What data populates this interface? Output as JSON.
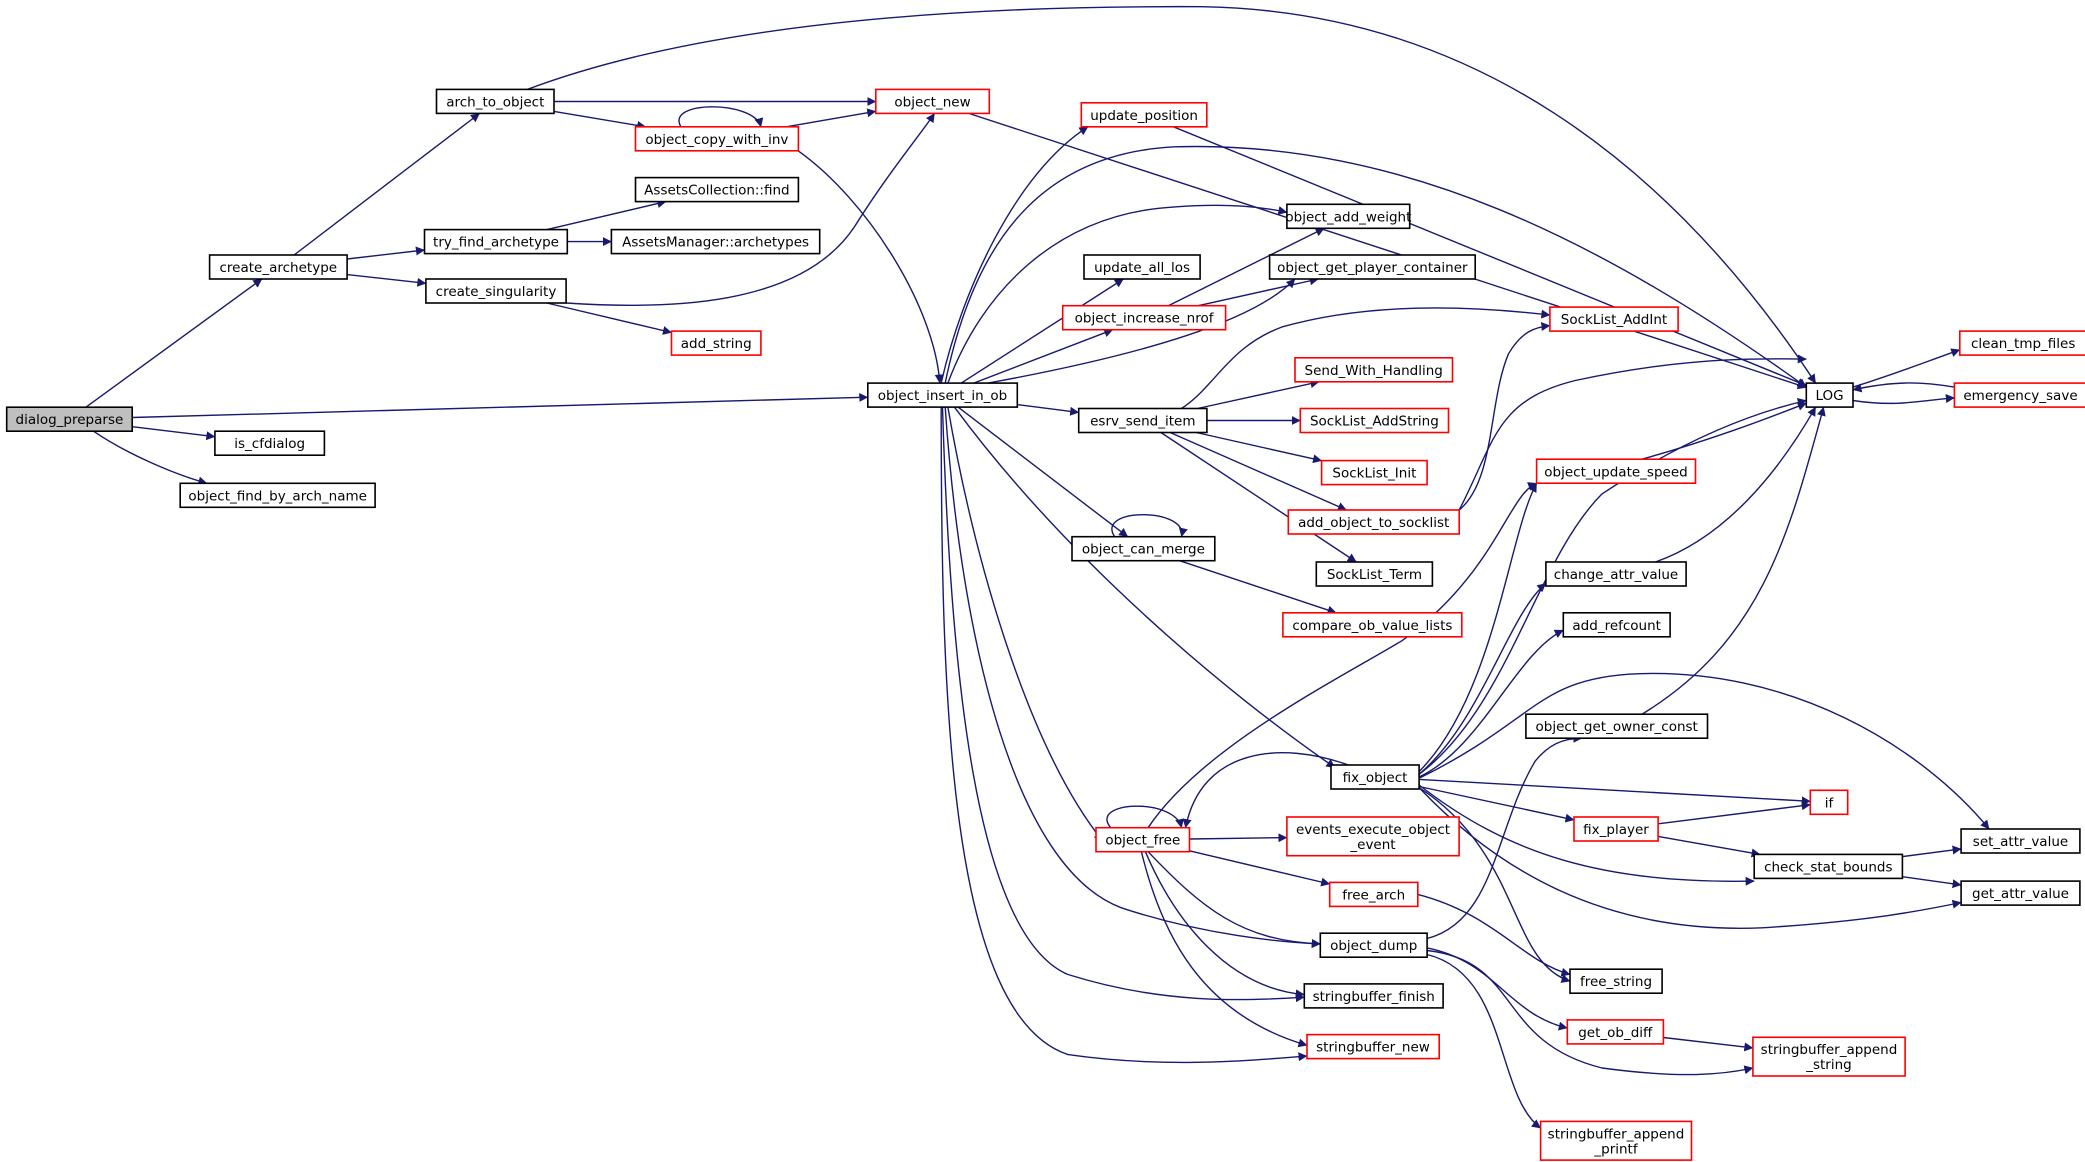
{
  "colors": {
    "edge": "#191970",
    "node_border_normal": "#000000",
    "node_border_truncated": "#ff0000",
    "node_fill": "#ffffff",
    "node_fill_focus": "#bfbfbf"
  },
  "nodes": [
    {
      "id": "dialog_preparse",
      "label": "dialog_preparse",
      "style": "focus"
    },
    {
      "id": "create_archetype",
      "label": "create_archetype",
      "style": "normal"
    },
    {
      "id": "is_cfdialog",
      "label": "is_cfdialog",
      "style": "normal"
    },
    {
      "id": "object_find_by_arch_name",
      "label": "object_find_by_arch_name",
      "style": "normal"
    },
    {
      "id": "object_insert_in_ob",
      "label": "object_insert_in_ob",
      "style": "normal"
    },
    {
      "id": "arch_to_object",
      "label": "arch_to_object",
      "style": "normal"
    },
    {
      "id": "try_find_archetype",
      "label": "try_find_archetype",
      "style": "normal"
    },
    {
      "id": "create_singularity",
      "label": "create_singularity",
      "style": "normal"
    },
    {
      "id": "object_copy_with_inv",
      "label": "object_copy_with_inv",
      "style": "truncated"
    },
    {
      "id": "object_new",
      "label": "object_new",
      "style": "truncated"
    },
    {
      "id": "assets_find",
      "label": "AssetsCollection::find",
      "style": "normal"
    },
    {
      "id": "assets_archetypes",
      "label": "AssetsManager::archetypes",
      "style": "normal"
    },
    {
      "id": "add_string",
      "label": "add_string",
      "style": "truncated"
    },
    {
      "id": "update_position",
      "label": "update_position",
      "style": "truncated"
    },
    {
      "id": "object_add_weight",
      "label": "object_add_weight",
      "style": "normal"
    },
    {
      "id": "update_all_los",
      "label": "update_all_los",
      "style": "normal"
    },
    {
      "id": "object_get_player_container",
      "label": "object_get_player_container",
      "style": "normal"
    },
    {
      "id": "object_increase_nrof",
      "label": "object_increase_nrof",
      "style": "truncated"
    },
    {
      "id": "esrv_send_item",
      "label": "esrv_send_item",
      "style": "normal"
    },
    {
      "id": "object_can_merge",
      "label": "object_can_merge",
      "style": "normal"
    },
    {
      "id": "fix_object",
      "label": "fix_object",
      "style": "normal"
    },
    {
      "id": "object_free",
      "label": "object_free",
      "style": "truncated"
    },
    {
      "id": "object_dump",
      "label": "object_dump",
      "style": "normal"
    },
    {
      "id": "stringbuffer_finish",
      "label": "stringbuffer_finish",
      "style": "normal"
    },
    {
      "id": "stringbuffer_new",
      "label": "stringbuffer_new",
      "style": "truncated"
    },
    {
      "id": "SockList_AddInt",
      "label": "SockList_AddInt",
      "style": "truncated"
    },
    {
      "id": "Send_With_Handling",
      "label": "Send_With_Handling",
      "style": "truncated"
    },
    {
      "id": "SockList_AddString",
      "label": "SockList_AddString",
      "style": "truncated"
    },
    {
      "id": "SockList_Init",
      "label": "SockList_Init",
      "style": "truncated"
    },
    {
      "id": "add_object_to_socklist",
      "label": "add_object_to_socklist",
      "style": "truncated"
    },
    {
      "id": "SockList_Term",
      "label": "SockList_Term",
      "style": "normal"
    },
    {
      "id": "compare_ob_value_lists",
      "label": "compare_ob_value_lists",
      "style": "truncated"
    },
    {
      "id": "object_update_speed",
      "label": "object_update_speed",
      "style": "truncated"
    },
    {
      "id": "change_attr_value",
      "label": "change_attr_value",
      "style": "normal"
    },
    {
      "id": "add_refcount",
      "label": "add_refcount",
      "style": "normal"
    },
    {
      "id": "object_get_owner_const",
      "label": "object_get_owner_const",
      "style": "normal"
    },
    {
      "id": "events_execute_object_event",
      "label": "events_execute_object\n_event",
      "style": "truncated"
    },
    {
      "id": "free_arch",
      "label": "free_arch",
      "style": "truncated"
    },
    {
      "id": "fix_player",
      "label": "fix_player",
      "style": "truncated"
    },
    {
      "id": "free_string",
      "label": "free_string",
      "style": "normal"
    },
    {
      "id": "get_ob_diff",
      "label": "get_ob_diff",
      "style": "truncated"
    },
    {
      "id": "stringbuffer_append_string",
      "label": "stringbuffer_append\n_string",
      "style": "truncated"
    },
    {
      "id": "stringbuffer_append_printf",
      "label": "stringbuffer_append\n_printf",
      "style": "truncated"
    },
    {
      "id": "LOG",
      "label": "LOG",
      "style": "normal"
    },
    {
      "id": "clean_tmp_files",
      "label": "clean_tmp_files",
      "style": "truncated"
    },
    {
      "id": "emergency_save",
      "label": "emergency_save",
      "style": "truncated"
    },
    {
      "id": "if",
      "label": "if",
      "style": "truncated"
    },
    {
      "id": "check_stat_bounds",
      "label": "check_stat_bounds",
      "style": "normal"
    },
    {
      "id": "set_attr_value",
      "label": "set_attr_value",
      "style": "normal"
    },
    {
      "id": "get_attr_value",
      "label": "get_attr_value",
      "style": "normal"
    }
  ],
  "edges": [
    [
      "dialog_preparse",
      "create_archetype"
    ],
    [
      "dialog_preparse",
      "is_cfdialog"
    ],
    [
      "dialog_preparse",
      "object_find_by_arch_name"
    ],
    [
      "dialog_preparse",
      "object_insert_in_ob"
    ],
    [
      "create_archetype",
      "arch_to_object"
    ],
    [
      "create_archetype",
      "try_find_archetype"
    ],
    [
      "create_archetype",
      "create_singularity"
    ],
    [
      "arch_to_object",
      "object_new"
    ],
    [
      "arch_to_object",
      "object_copy_with_inv"
    ],
    [
      "arch_to_object",
      "LOG"
    ],
    [
      "object_copy_with_inv",
      "object_copy_with_inv"
    ],
    [
      "object_copy_with_inv",
      "object_new"
    ],
    [
      "object_copy_with_inv",
      "object_insert_in_ob"
    ],
    [
      "object_new",
      "LOG"
    ],
    [
      "try_find_archetype",
      "assets_find"
    ],
    [
      "try_find_archetype",
      "assets_archetypes"
    ],
    [
      "create_singularity",
      "object_new"
    ],
    [
      "create_singularity",
      "add_string"
    ],
    [
      "object_insert_in_ob",
      "update_position"
    ],
    [
      "object_insert_in_ob",
      "LOG"
    ],
    [
      "object_insert_in_ob",
      "object_add_weight"
    ],
    [
      "object_insert_in_ob",
      "update_all_los"
    ],
    [
      "object_insert_in_ob",
      "object_increase_nrof"
    ],
    [
      "object_insert_in_ob",
      "object_get_player_container"
    ],
    [
      "object_insert_in_ob",
      "esrv_send_item"
    ],
    [
      "object_insert_in_ob",
      "object_can_merge"
    ],
    [
      "object_insert_in_ob",
      "fix_object"
    ],
    [
      "object_insert_in_ob",
      "object_free"
    ],
    [
      "object_insert_in_ob",
      "object_dump"
    ],
    [
      "object_insert_in_ob",
      "stringbuffer_finish"
    ],
    [
      "object_insert_in_ob",
      "stringbuffer_new"
    ],
    [
      "update_position",
      "LOG"
    ],
    [
      "object_increase_nrof",
      "object_add_weight"
    ],
    [
      "object_increase_nrof",
      "object_get_player_container"
    ],
    [
      "esrv_send_item",
      "SockList_AddInt"
    ],
    [
      "esrv_send_item",
      "Send_With_Handling"
    ],
    [
      "esrv_send_item",
      "SockList_AddString"
    ],
    [
      "esrv_send_item",
      "SockList_Init"
    ],
    [
      "esrv_send_item",
      "add_object_to_socklist"
    ],
    [
      "esrv_send_item",
      "SockList_Term"
    ],
    [
      "add_object_to_socklist",
      "SockList_AddInt"
    ],
    [
      "add_object_to_socklist",
      "LOG"
    ],
    [
      "object_can_merge",
      "object_can_merge"
    ],
    [
      "object_can_merge",
      "compare_ob_value_lists"
    ],
    [
      "fix_object",
      "object_free"
    ],
    [
      "fix_object",
      "object_update_speed"
    ],
    [
      "fix_object",
      "LOG"
    ],
    [
      "fix_object",
      "change_attr_value"
    ],
    [
      "fix_object",
      "add_refcount"
    ],
    [
      "fix_object",
      "set_attr_value"
    ],
    [
      "fix_object",
      "if"
    ],
    [
      "fix_object",
      "fix_player"
    ],
    [
      "fix_object",
      "check_stat_bounds"
    ],
    [
      "fix_object",
      "get_attr_value"
    ],
    [
      "fix_object",
      "free_string"
    ],
    [
      "object_free",
      "object_free"
    ],
    [
      "object_free",
      "object_update_speed"
    ],
    [
      "object_free",
      "events_execute_object_event"
    ],
    [
      "object_free",
      "free_arch"
    ],
    [
      "object_free",
      "object_dump"
    ],
    [
      "object_free",
      "stringbuffer_finish"
    ],
    [
      "object_free",
      "stringbuffer_new"
    ],
    [
      "object_update_speed",
      "LOG"
    ],
    [
      "change_attr_value",
      "LOG"
    ],
    [
      "object_get_owner_const",
      "LOG"
    ],
    [
      "free_arch",
      "free_string"
    ],
    [
      "object_dump",
      "object_get_owner_const"
    ],
    [
      "object_dump",
      "get_ob_diff"
    ],
    [
      "object_dump",
      "stringbuffer_append_string"
    ],
    [
      "object_dump",
      "stringbuffer_append_printf"
    ],
    [
      "get_ob_diff",
      "stringbuffer_append_string"
    ],
    [
      "fix_player",
      "if"
    ],
    [
      "fix_player",
      "check_stat_bounds"
    ],
    [
      "check_stat_bounds",
      "set_attr_value"
    ],
    [
      "check_stat_bounds",
      "get_attr_value"
    ],
    [
      "LOG",
      "clean_tmp_files"
    ],
    [
      "LOG",
      "emergency_save"
    ],
    [
      "emergency_save",
      "LOG"
    ]
  ]
}
